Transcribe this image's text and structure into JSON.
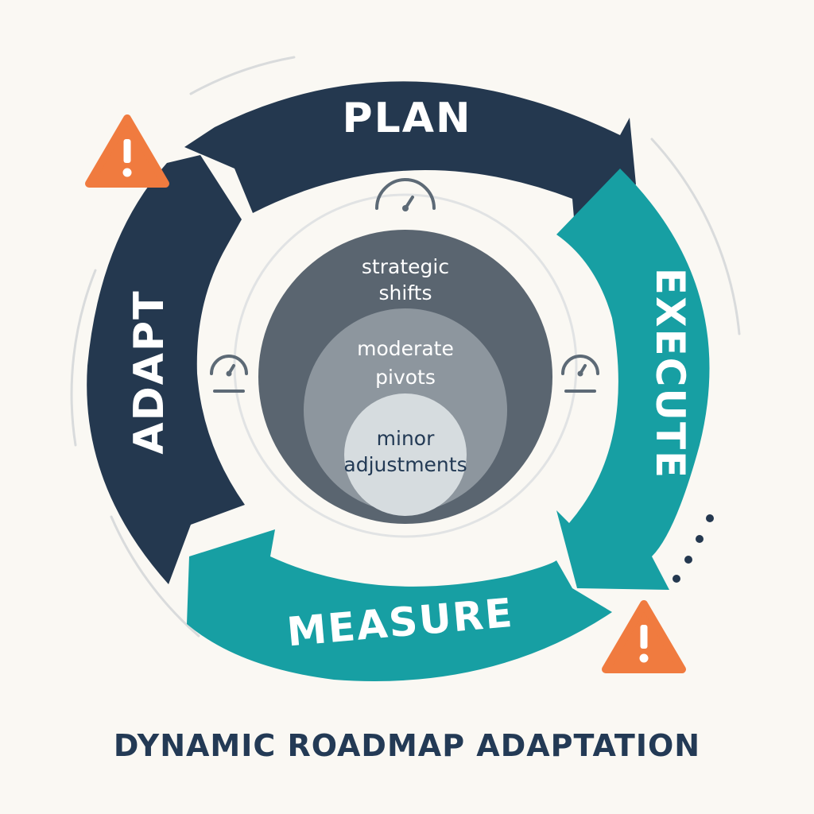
{
  "cycle": {
    "segments": [
      {
        "id": "plan",
        "label": "PLAN",
        "color": "#24384f"
      },
      {
        "id": "execute",
        "label": "EXECUTE",
        "color": "#179fa3"
      },
      {
        "id": "measure",
        "label": "MEASURE",
        "color": "#179fa3"
      },
      {
        "id": "adapt",
        "label": "ADAPT",
        "color": "#24384f"
      }
    ]
  },
  "core": {
    "levels": [
      {
        "line1": "strategic",
        "line2": "shifts",
        "color": "#5a6570"
      },
      {
        "line1": "moderate",
        "line2": "pivots",
        "color": "#8d969e"
      },
      {
        "line1": "minor",
        "line2": "adjustments",
        "color": "#d6dcdf"
      }
    ]
  },
  "icons": {
    "warning_color": "#f07b3f",
    "gauge_color": "#5d6a76",
    "warning": "warning-triangle-icon",
    "gauge": "gauge-icon"
  },
  "title": "DYNAMIC ROADMAP ADAPTATION"
}
